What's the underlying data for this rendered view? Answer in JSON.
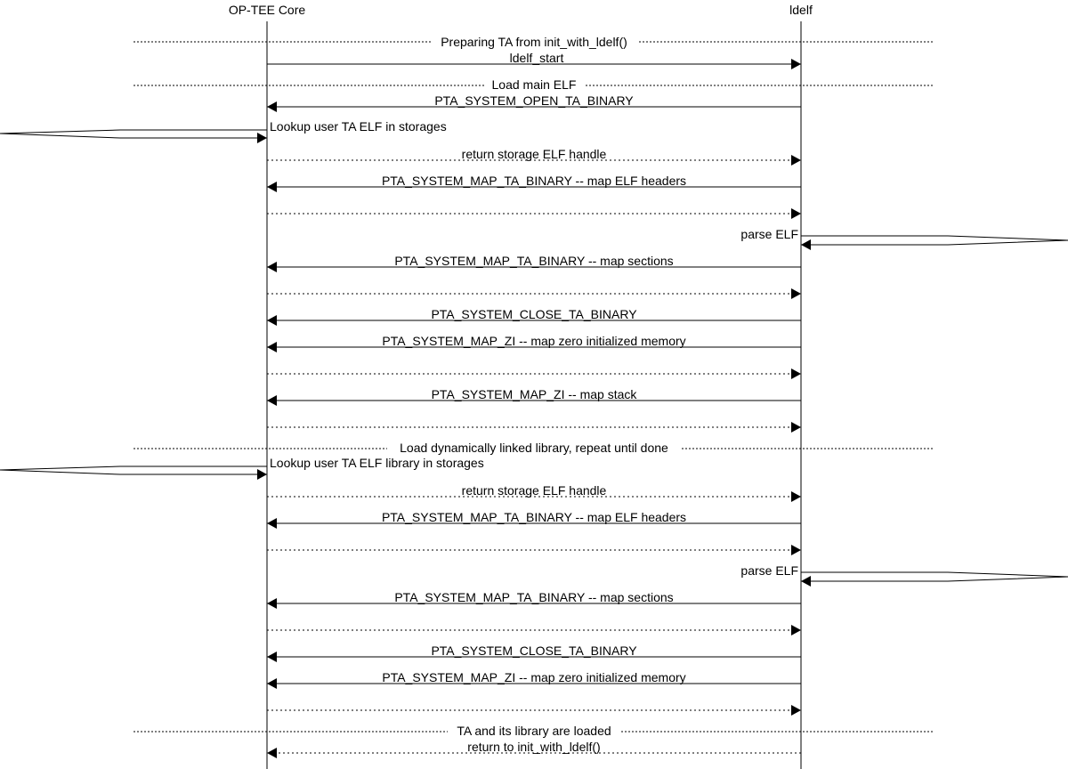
{
  "participants": [
    {
      "id": "core",
      "label": "OP-TEE Core"
    },
    {
      "id": "ldelf",
      "label": "ldelf"
    }
  ],
  "sections": {
    "preparing": "Preparing TA from init_with_ldelf()",
    "load_main": "Load main ELF",
    "load_lib": "Load dynamically linked library, repeat until done",
    "loaded": "TA and its library are loaded"
  },
  "messages": {
    "ldelf_start": "ldelf_start",
    "open_ta_binary": "PTA_SYSTEM_OPEN_TA_BINARY",
    "lookup_main": "Lookup user TA ELF in storages",
    "return_handle_1": "return storage ELF handle",
    "map_headers_1": "PTA_SYSTEM_MAP_TA_BINARY -- map ELF headers",
    "parse_elf_1": "parse ELF",
    "map_sections_1": "PTA_SYSTEM_MAP_TA_BINARY -- map sections",
    "close_binary_1": "PTA_SYSTEM_CLOSE_TA_BINARY",
    "map_zi_1": "PTA_SYSTEM_MAP_ZI -- map zero initialized memory",
    "map_stack": "PTA_SYSTEM_MAP_ZI -- map stack",
    "lookup_lib": "Lookup user TA ELF library in storages",
    "return_handle_2": "return storage ELF handle",
    "map_headers_2": "PTA_SYSTEM_MAP_TA_BINARY -- map ELF headers",
    "parse_elf_2": "parse ELF",
    "map_sections_2": "PTA_SYSTEM_MAP_TA_BINARY -- map sections",
    "close_binary_2": "PTA_SYSTEM_CLOSE_TA_BINARY",
    "map_zi_2": "PTA_SYSTEM_MAP_ZI -- map zero initialized memory",
    "return_init": "return to init_with_ldelf()"
  }
}
